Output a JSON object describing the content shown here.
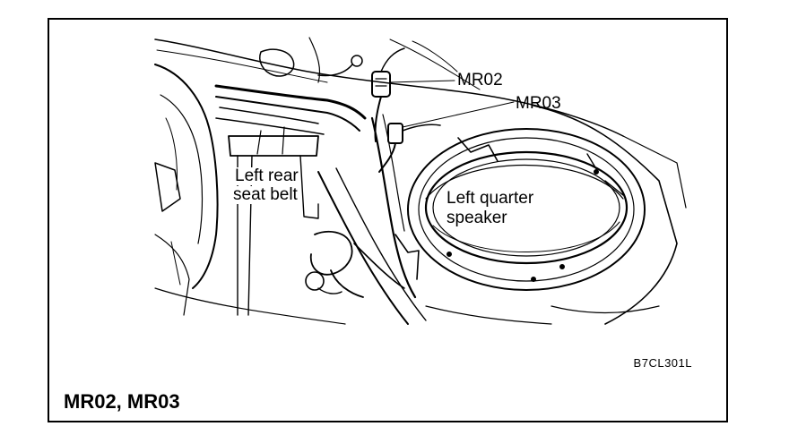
{
  "figure": {
    "caption": "MR02, MR03",
    "code": "B7CL301L",
    "callouts": {
      "mr02": "MR02",
      "mr03": "MR03",
      "seat_belt_line1": "Left rear",
      "seat_belt_line2": "seat belt",
      "speaker_line1": "Left quarter",
      "speaker_line2": "speaker"
    }
  }
}
